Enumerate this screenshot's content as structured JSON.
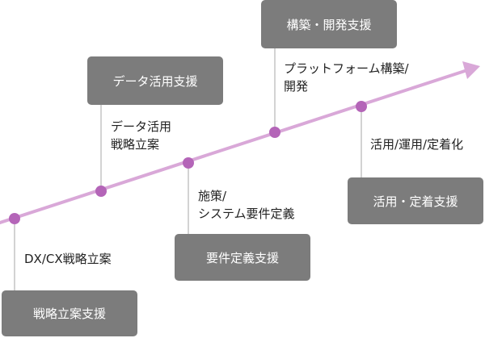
{
  "colors": {
    "arrow": "#d9a8d8",
    "node": "#b465b8",
    "connector": "#c4c4c4",
    "box_fill": "#7c7c7c",
    "box_text": "#ffffff",
    "label_text": "#222222"
  },
  "steps": [
    {
      "service": "戦略立案支援",
      "phase_lines": [
        "DX/CX戦略立案"
      ]
    },
    {
      "service": "データ活用支援",
      "phase_lines": [
        "データ活用",
        "戦略立案"
      ]
    },
    {
      "service": "要件定義支援",
      "phase_lines": [
        "施策/",
        "システム要件定義"
      ]
    },
    {
      "service": "構築・開発支援",
      "phase_lines": [
        "プラットフォーム構築/",
        "開発"
      ]
    },
    {
      "service": "活用・定着支援",
      "phase_lines": [
        "活用/運用/定着化"
      ]
    }
  ]
}
